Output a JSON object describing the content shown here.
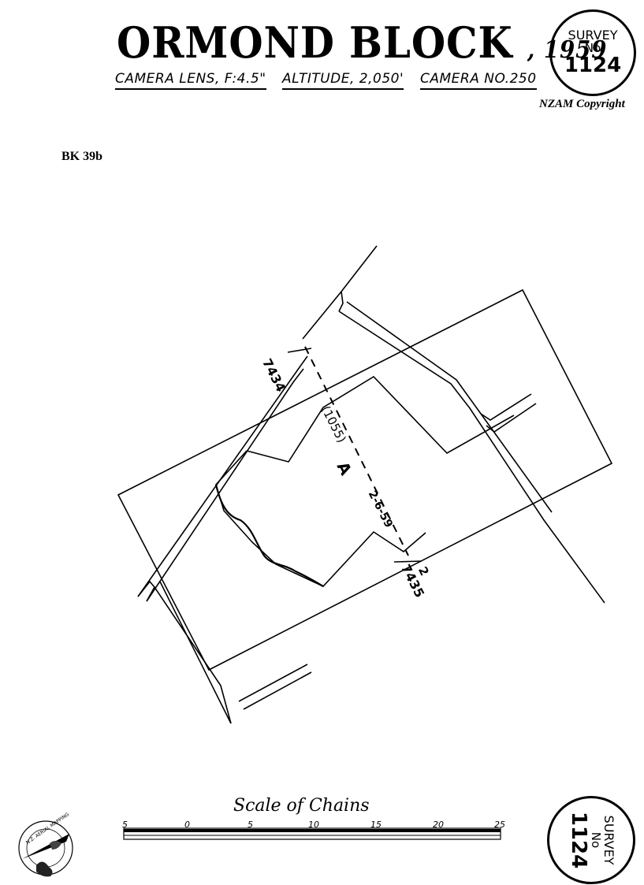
{
  "header": {
    "title": "ORMOND BLOCK",
    "year": "1959",
    "camera_lens": "CAMERA LENS, F:4.5\"",
    "altitude": "ALTITUDE, 2,050'",
    "camera_no": "CAMERA NO.250",
    "copyright": "NZAM Copyright"
  },
  "stamp": {
    "line1": "SURVEY",
    "line2": "No",
    "number": "1124"
  },
  "book_ref": "BK 39b",
  "map": {
    "run_label_top": "7434",
    "run_label_middle": "(1055)",
    "block_letter": "A",
    "date": "2-6-59",
    "run_number_bottom": "2",
    "run_label_bottom": "7435"
  },
  "scale": {
    "title": "Scale of Chains",
    "ticks": [
      "5",
      "0",
      "5",
      "10",
      "15",
      "20",
      "25"
    ]
  },
  "logo": {
    "text": "N.Z. AERIAL MAPPING",
    "icon": "nz-aerial-mapping-logo"
  }
}
